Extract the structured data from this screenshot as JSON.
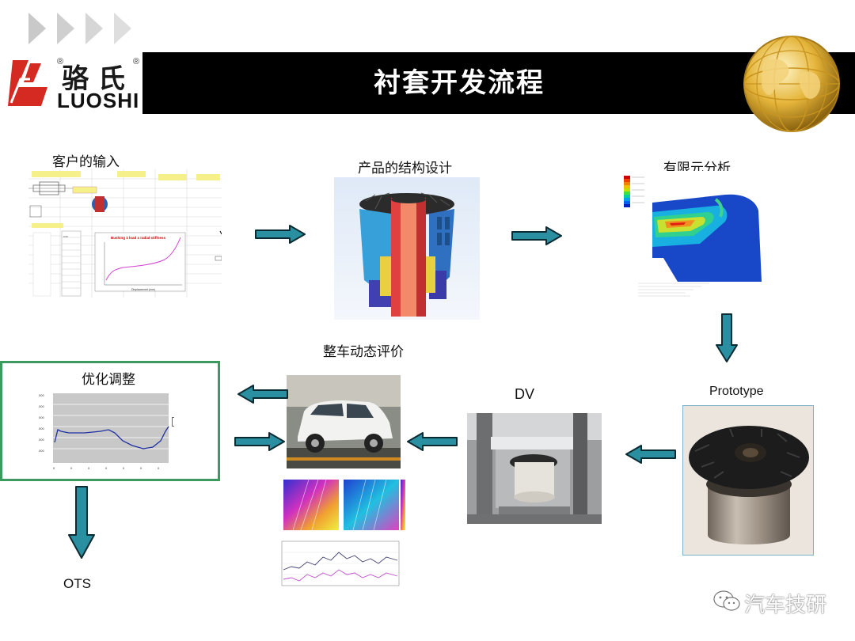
{
  "header": {
    "title": "衬套开发流程",
    "logo_cn": "骆氏",
    "logo_en": "LUOSHI",
    "registered": "®"
  },
  "steps": {
    "customer_input": "客户的输入",
    "structure_design": "产品的结构设计",
    "fea": "有限元分析",
    "prototype": "Prototype",
    "dv": "DV",
    "vehicle_eval": "整车动态评价",
    "optimize": "优化调整",
    "ots": "OTS"
  },
  "thumb_text": {
    "bushing_chart_title": "Bushing 1 load x radial stiffness",
    "displacement_axis": "Displacement (mm)"
  },
  "watermark": "汽车技研",
  "colors": {
    "arrow_fill": "#2a8fa0",
    "arrow_stroke": "#0b2b33",
    "title_bg": "#000000",
    "optimize_border": "#3c9a5f"
  },
  "icons": {
    "header_chevrons": "chevron-right-icon",
    "globe": "globe-icon",
    "watermark": "wechat-icon"
  }
}
